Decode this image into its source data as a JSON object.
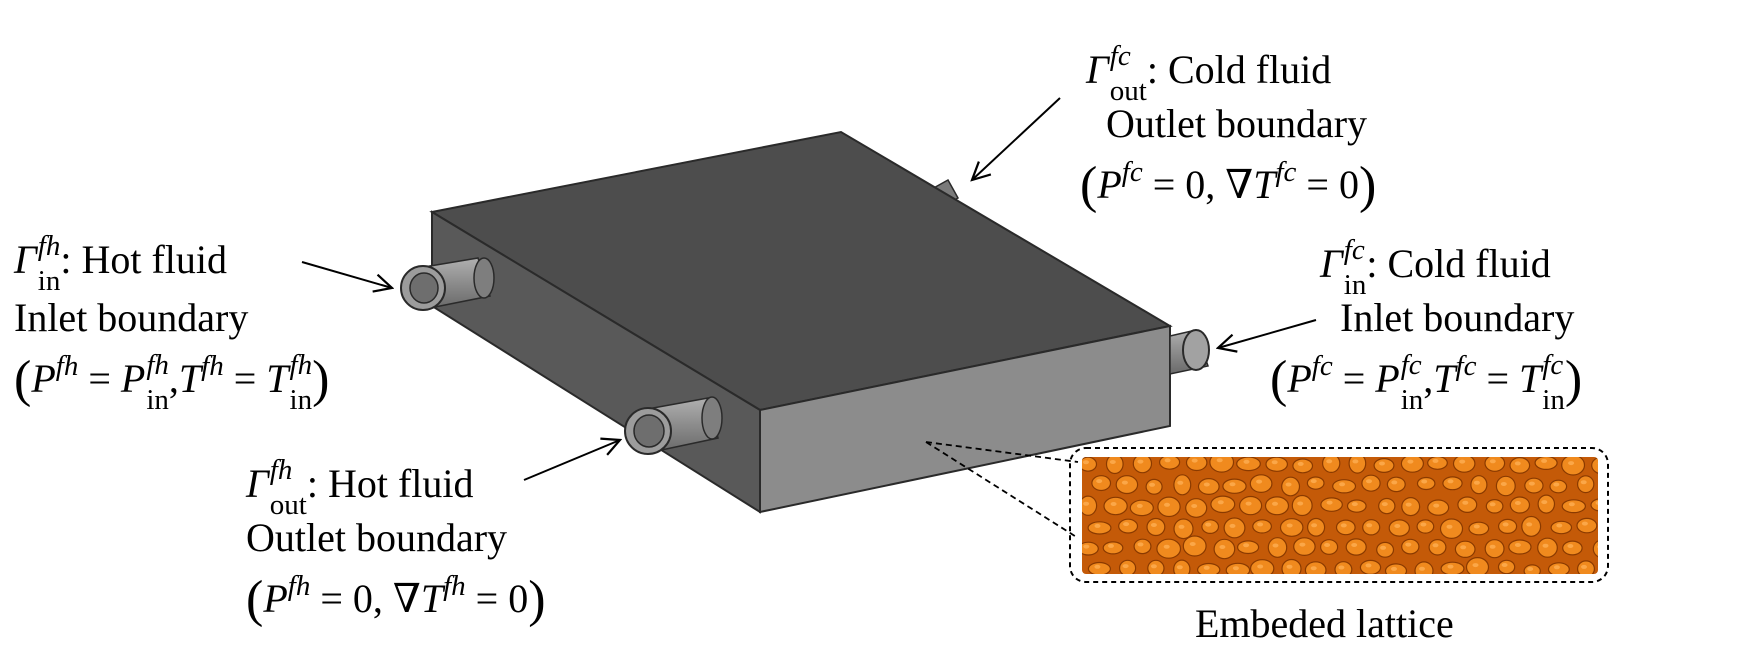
{
  "labels": {
    "hot_in": {
      "symbol": "Γ",
      "sup": "fh",
      "sub": "in",
      "title": ": Hot fluid",
      "line2": "Inlet boundary",
      "eq": {
        "p": "P",
        "p_sup": "fh",
        "eq1": " = ",
        "pin": "P",
        "pin_sup": "fh",
        "pin_sub": "in",
        "comma": ",",
        "t": "T",
        "t_sup": "fh",
        "eq2": " = ",
        "tin": "T",
        "tin_sup": "fh",
        "tin_sub": "in"
      }
    },
    "hot_out": {
      "symbol": "Γ",
      "sup": "fh",
      "sub": "out",
      "title": ": Hot fluid",
      "line2": "Outlet boundary",
      "eq": {
        "p": "P",
        "p_sup": "fh",
        "eq1": " = 0, ∇",
        "t": "T",
        "t_sup": "fh",
        "eq2": " = 0"
      }
    },
    "cold_out": {
      "symbol": "Γ",
      "sup": "fc",
      "sub": "out",
      "title": ": Cold fluid",
      "line2": "Outlet boundary",
      "eq": {
        "p": "P",
        "p_sup": "fc",
        "eq1": " = 0, ∇",
        "t": "T",
        "t_sup": "fc",
        "eq2": " = 0"
      }
    },
    "cold_in": {
      "symbol": "Γ",
      "sup": "fc",
      "sub": "in",
      "title": ": Cold fluid",
      "line2": "Inlet boundary",
      "eq": {
        "p": "P",
        "p_sup": "fc",
        "eq1": " = ",
        "pin": "P",
        "pin_sup": "fc",
        "pin_sub": "in",
        "comma": ",",
        "t": "T",
        "t_sup": "fc",
        "eq2": " = ",
        "tin": "T",
        "tin_sup": "fc",
        "tin_sub": "in"
      }
    }
  },
  "inset_caption": "Embeded lattice",
  "colors": {
    "top_face": "#4d4d4d",
    "left_face": "#595959",
    "front_face": "#8c8c8c",
    "edge": "#2a2a2a",
    "pipe": "#8a8a8a",
    "lattice_base": "#c45a08",
    "lattice_cell": "#f08a1e",
    "lattice_hi": "#ffb35a"
  }
}
